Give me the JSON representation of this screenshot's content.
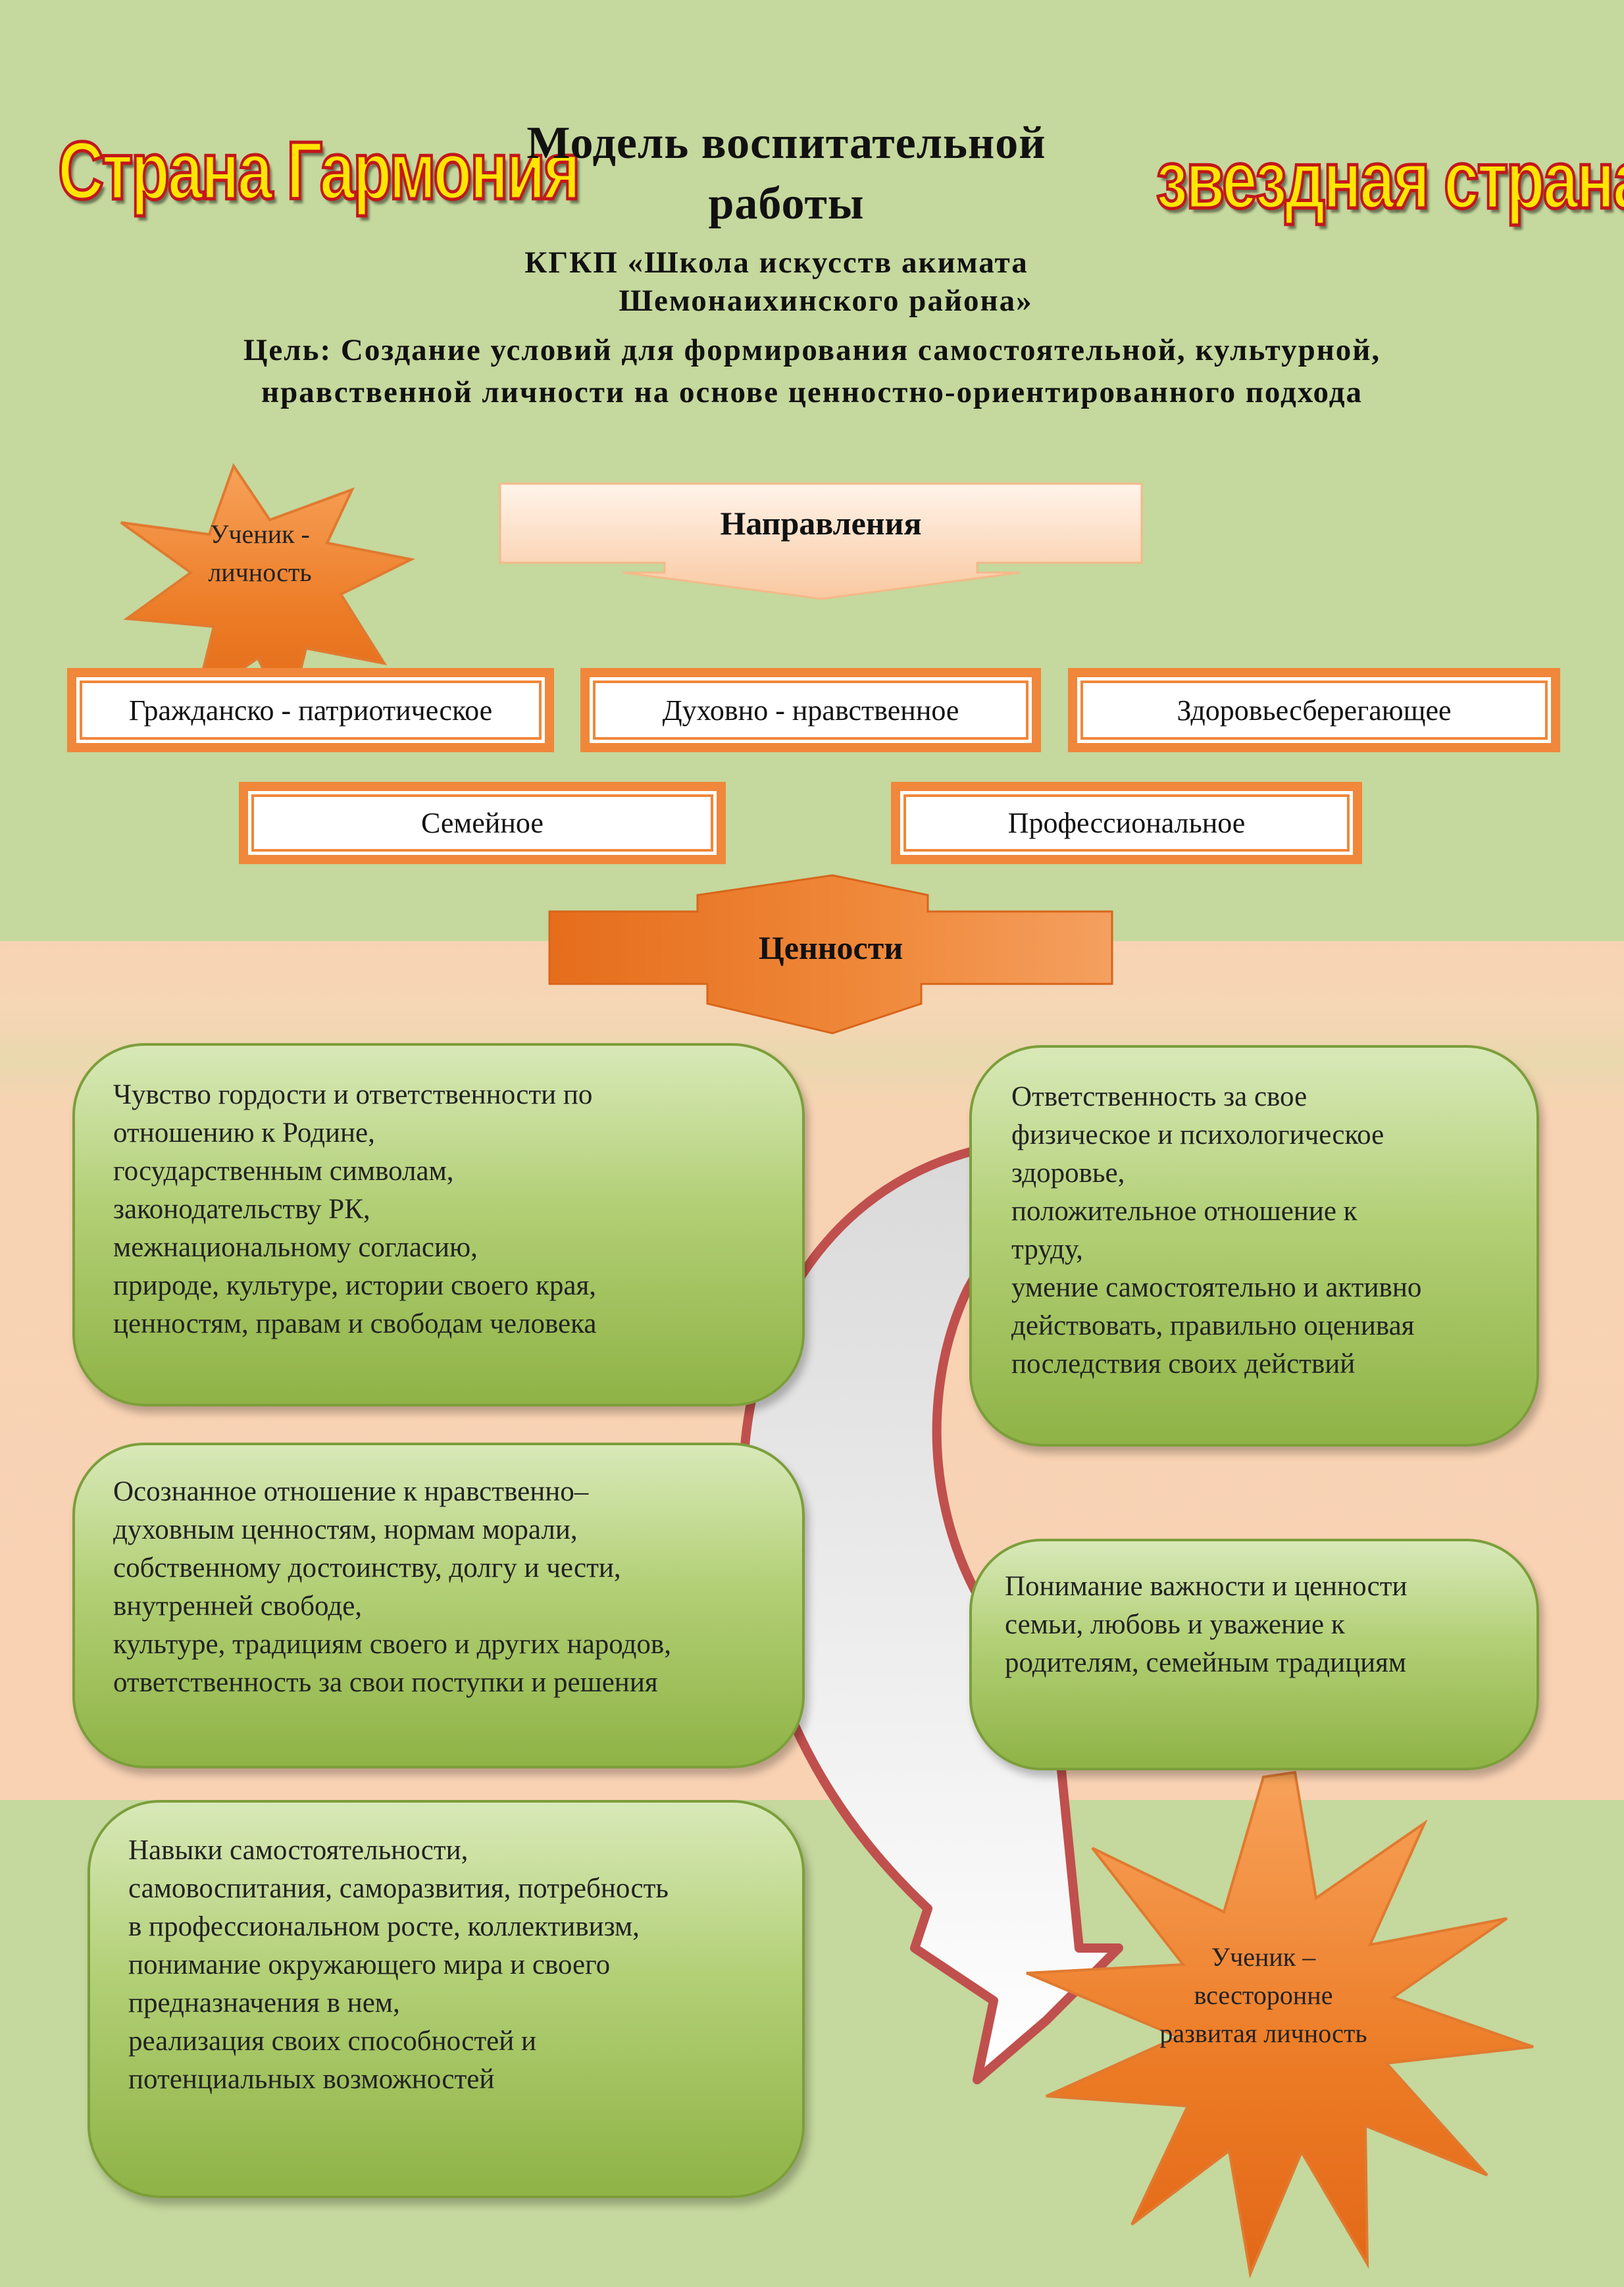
{
  "logos": {
    "left": "Страна Гармония",
    "right": "звездная страна"
  },
  "header": {
    "title_lines": [
      "Модель воспитательной",
      "работы"
    ],
    "school_lines": [
      "КГКП «Школа искусств акимата",
      "Шемонаихинского района»"
    ],
    "goal_lines": [
      "Цель: Создание условий для формирования самостоятельной, культурной,",
      "нравственной личности на основе ценностно-ориентированного подхода"
    ]
  },
  "stars": {
    "top": [
      "Ученик -",
      "личность"
    ],
    "bottom": [
      "Ученик –",
      "всесторонне",
      "развитая личность"
    ]
  },
  "directions": {
    "header": "Направления",
    "items": [
      "Гражданско - патриотическое",
      "Духовно - нравственное",
      "Здоровьесберегающее",
      "Семейное",
      "Профессиональное"
    ]
  },
  "values": {
    "header": "Ценности",
    "boxes": [
      {
        "lines": [
          "Чувство гордости и ответственности по",
          "отношению к Родине,",
          "государственным символам,",
          "законодательству РК,",
          "межнациональному согласию,",
          "природе, культуре, истории своего края,",
          "ценностям, правам и свободам человека"
        ]
      },
      {
        "lines": [
          "Ответственность за свое",
          "физическое и психологическое",
          "здоровье,",
          "положительное отношение к",
          "труду,",
          "умение самостоятельно и активно",
          "действовать, правильно оценивая",
          "последствия своих действий"
        ]
      },
      {
        "lines": [
          "Осознанное отношение к нравственно–",
          "духовным ценностям, нормам морали,",
          "собственному достоинству, долгу и чести,",
          "внутренней свободе,",
          "культуре, традициям своего и других народов,",
          "ответственность за свои поступки и решения"
        ]
      },
      {
        "lines": [
          "Понимание важности и ценности",
          "семьи, любовь и уважение к",
          "родителям, семейным традициям"
        ]
      },
      {
        "lines": [
          "Навыки самостоятельности,",
          "самовоспитания, саморазвития, потребность",
          "в профессиональном росте, коллективизм,",
          "понимание окружающего мира и своего",
          "предназначения в нем,",
          "реализация своих способностей и",
          "потенциальных возможностей"
        ]
      }
    ]
  },
  "colors": {
    "background_green": "#c5d89d",
    "background_peach": "#f8d3b3",
    "accent_orange": "#f0873a",
    "box_green": "#9bbe54",
    "arrow_outline": "#c0504d",
    "logo_fill": "#ffe600",
    "logo_outline": "#c2171b"
  }
}
